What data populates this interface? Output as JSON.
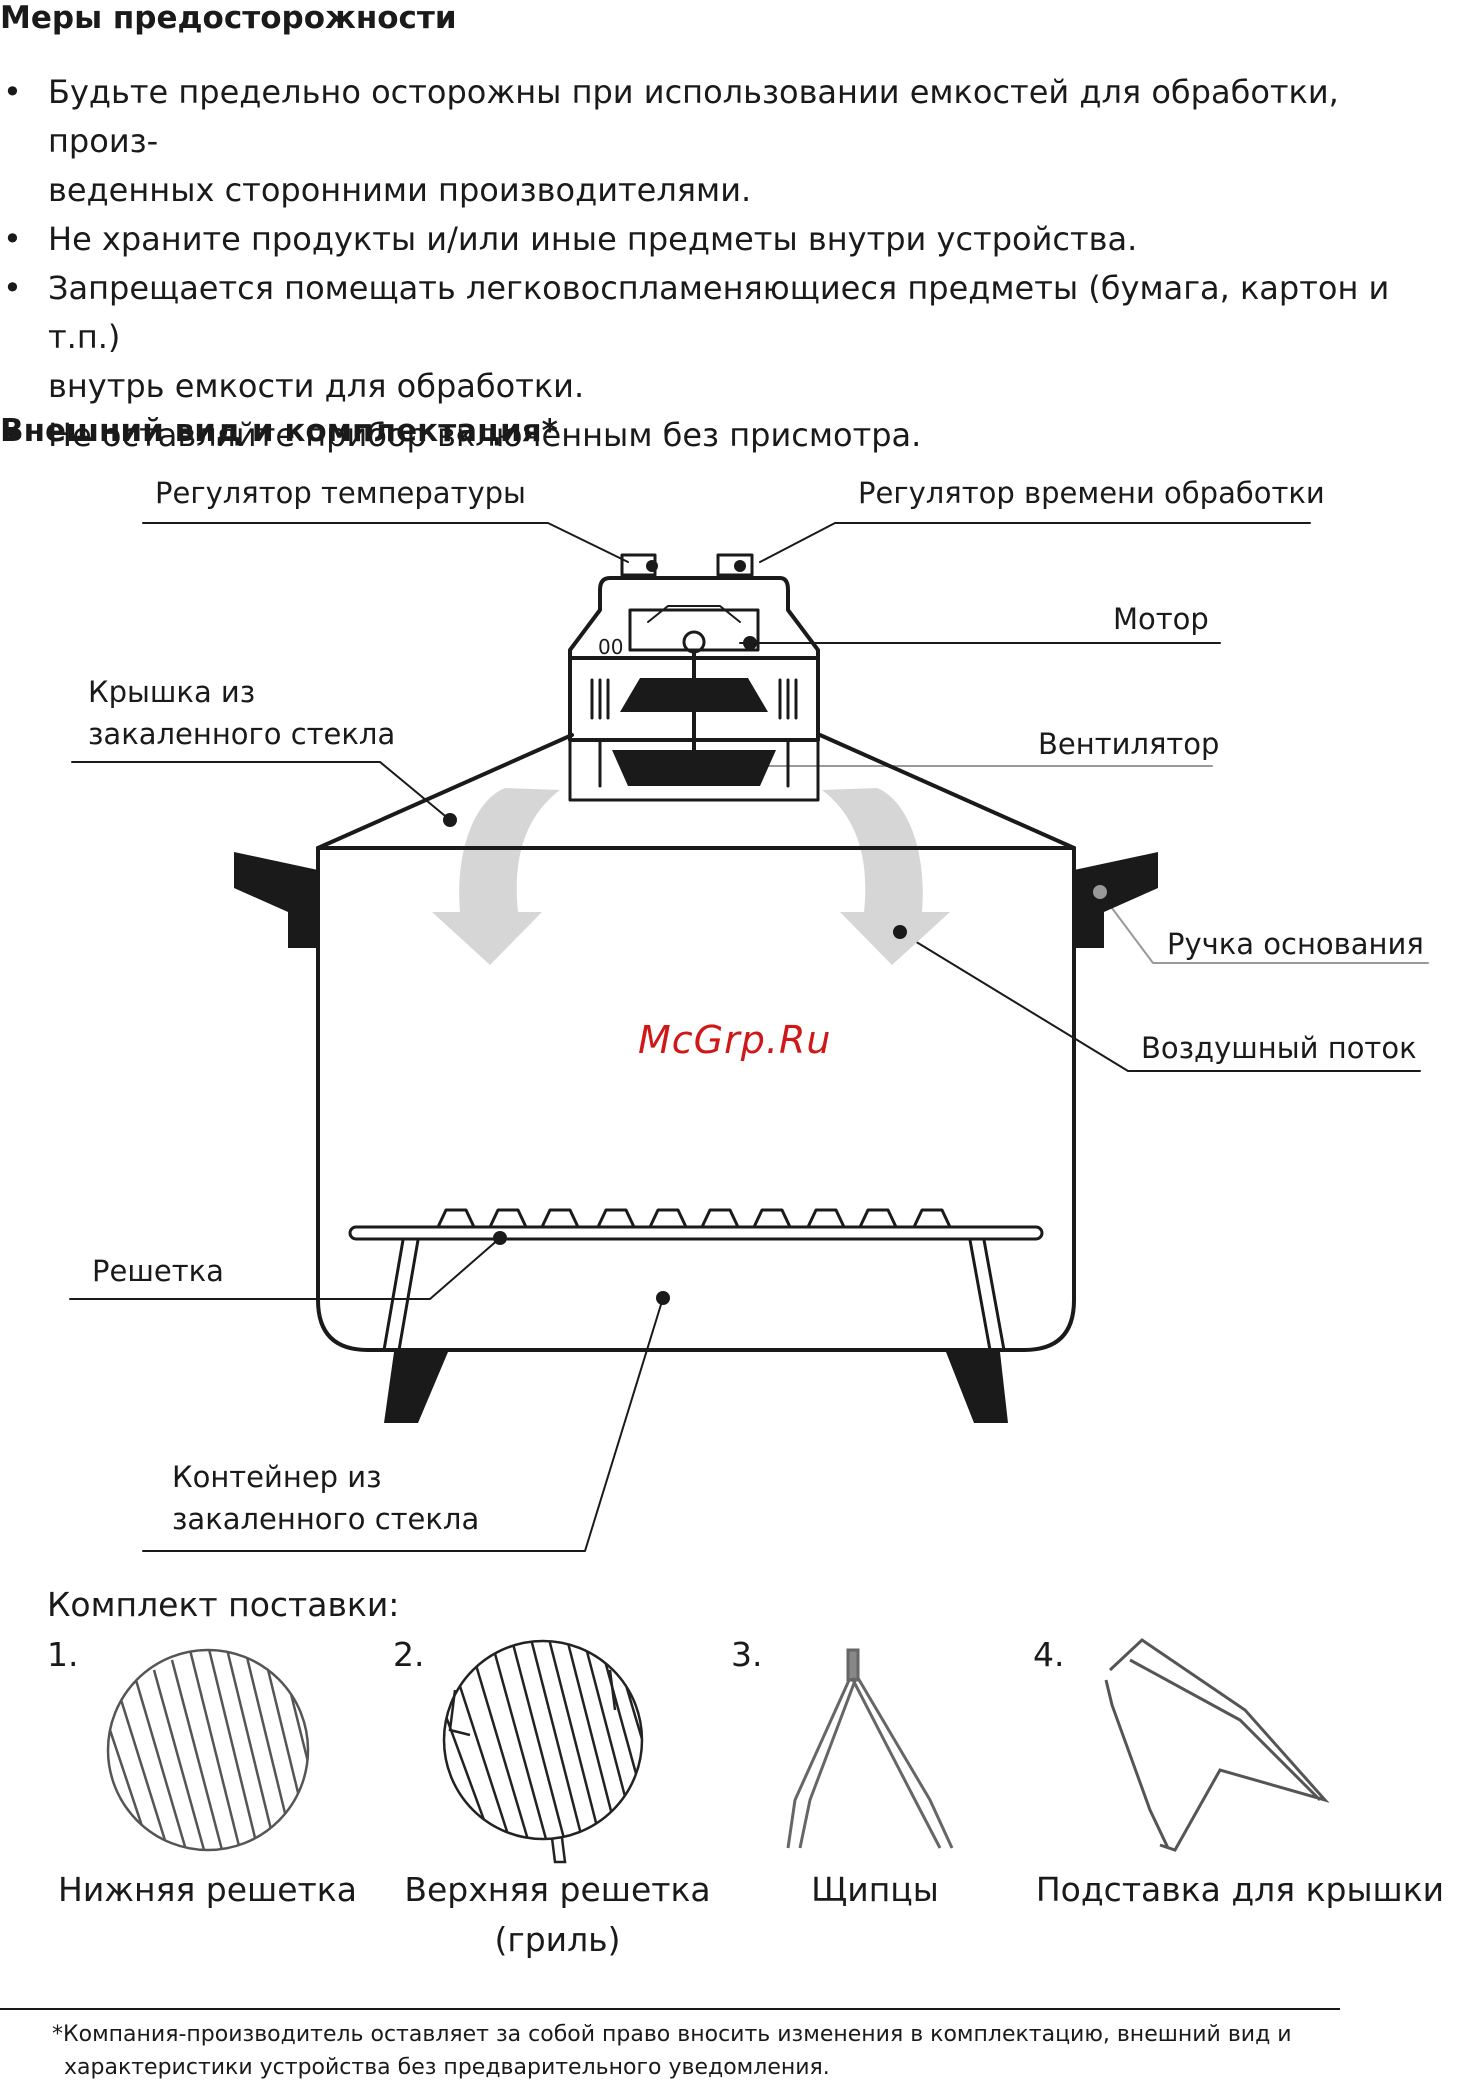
{
  "precautions": {
    "heading": "Меры предосторожности",
    "items": [
      {
        "line1": "Будьте предельно осторожны при использовании  емкостей для обработки, произ-",
        "line2": "веденных сторонними производителями."
      },
      {
        "line1": "Не храните продукты и/или иные предметы внутри устройства.",
        "line2": ""
      },
      {
        "line1": "Запрещается помещать легковоспламеняющиеся предметы (бумага, картон и т.п.)",
        "line2": "внутрь емкости для обработки."
      },
      {
        "line1": "Не оставляйте прибор включенным без присмотра.",
        "line2": ""
      }
    ],
    "bullet": "•"
  },
  "appearance": {
    "heading": "Внешний вид и комплектация*",
    "labels": {
      "temperature_regulator": "Регулятор температуры",
      "time_regulator": "Регулятор времени обработки",
      "motor": "Мотор",
      "lid_line1": "Крышка из",
      "lid_line2": "закаленного стекла",
      "fan": "Вентилятор",
      "base_handle": "Ручка основания",
      "airflow": "Воздушный поток",
      "rack": "Решетка",
      "container_line1": "Контейнер из",
      "container_line2": "закаленного стекла"
    },
    "watermark": "McGrp.Ru"
  },
  "kit": {
    "heading": "Комплект поставки:",
    "items": [
      {
        "number": "1.",
        "label_line1": "Нижняя решетка",
        "label_line2": ""
      },
      {
        "number": "2.",
        "label_line1": "Верхняя решетка",
        "label_line2": "(гриль)"
      },
      {
        "number": "3.",
        "label_line1": "Щипцы",
        "label_line2": ""
      },
      {
        "number": "4.",
        "label_line1": "Подставка для крышки",
        "label_line2": ""
      }
    ]
  },
  "footnote": {
    "line1": "*Компания-производитель оставляет за собой право вносить изменения в комплектацию, внешний вид и",
    "line2": "характеристики устройства без предварительного уведомления."
  }
}
